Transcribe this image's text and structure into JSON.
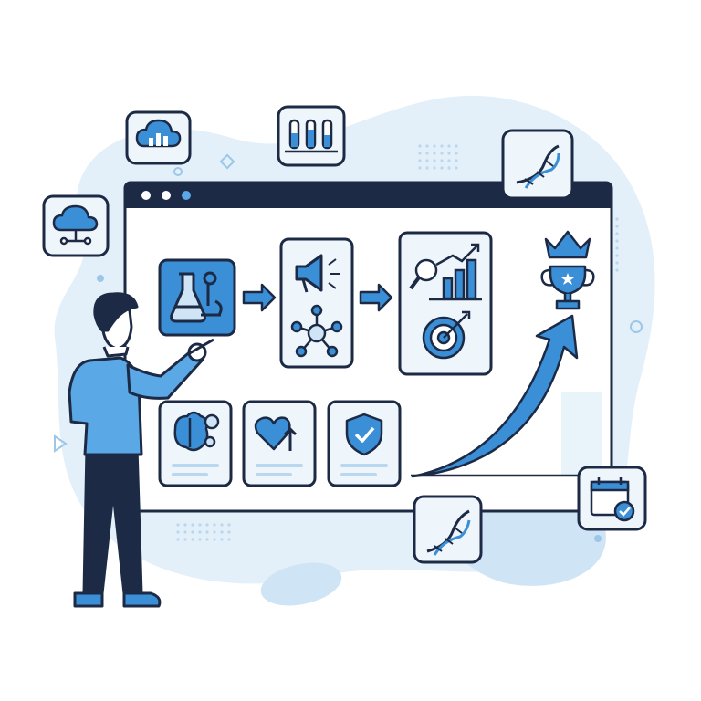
{
  "palette": {
    "navy": "#1c2a45",
    "blue": "#3b8fd6",
    "light_blue": "#d6e9f6",
    "pale_blue": "#e9f3fa",
    "card": "#eef5fb",
    "white": "#ffffff"
  },
  "window": {
    "controls": [
      "dot",
      "dot",
      "dot"
    ]
  },
  "process_steps": [
    {
      "icon": "lab-research-icon",
      "highlighted": true
    },
    {
      "icon": "marketing-network-icon",
      "highlighted": false
    },
    {
      "icon": "analytics-target-icon",
      "highlighted": false
    }
  ],
  "bottom_cards": [
    {
      "icon": "brain-gears-icon"
    },
    {
      "icon": "heart-growth-icon"
    },
    {
      "icon": "shield-check-icon"
    }
  ],
  "goal": {
    "icon": "crowned-trophy-icon"
  },
  "floating_badges": [
    {
      "icon": "cloud-chart-icon"
    },
    {
      "icon": "test-tubes-icon"
    },
    {
      "icon": "dna-icon"
    },
    {
      "icon": "cloud-network-icon"
    },
    {
      "icon": "dna-icon"
    },
    {
      "icon": "calendar-check-icon"
    }
  ]
}
